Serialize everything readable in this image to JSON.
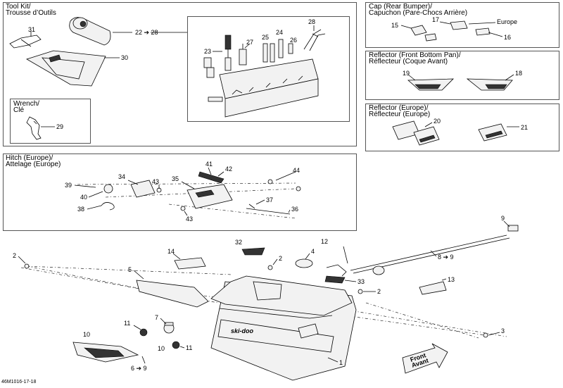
{
  "panels": {
    "tool_kit": {
      "title_en": "Tool Kit/",
      "title_fr": "Trousse d’Outils"
    },
    "wrench": {
      "title_en": "Wrench/",
      "title_fr": "Clé"
    },
    "cap": {
      "title_en": "Cap (Rear Bumper)/",
      "title_fr": "Capuchon (Pare-Chocs Arrière)"
    },
    "reflector_front": {
      "title_en": "Reflector (Front Bottom Pan)/",
      "title_fr": "Réflecteur (Coque Avant)"
    },
    "reflector_europe": {
      "title_en": "Reflector (Europe)/",
      "title_fr": "Réflecteur (Europe)"
    },
    "hitch": {
      "title_en": "Hitch (Europe)/",
      "title_fr": "Attelage (Europe)"
    }
  },
  "callouts": {
    "c1": "1",
    "c2a": "2",
    "c2b": "2",
    "c2c": "2",
    "c3": "3",
    "c4": "4",
    "c5": "5",
    "c6": "6 ➔ 9",
    "c7": "7",
    "c8": "8 ➔ 9",
    "c9": "9",
    "c10a": "10",
    "c10b": "10",
    "c11a": "11",
    "c11b": "11",
    "c12": "12",
    "c13": "13",
    "c14": "14",
    "c15": "15",
    "c16": "16",
    "c17": "17",
    "c18": "18",
    "c19": "19",
    "c20": "20",
    "c21": "21",
    "c22": "22 ➔ 28",
    "c23": "23",
    "c24": "24",
    "c25": "25",
    "c26": "26",
    "c27": "27",
    "c28": "28",
    "c29": "29",
    "c30": "30",
    "c31": "31",
    "c32": "32",
    "c33": "33",
    "c34": "34",
    "c35": "35",
    "c36": "36",
    "c37": "37",
    "c38": "38",
    "c39": "39",
    "c40": "40",
    "c41": "41",
    "c42": "42",
    "c43a": "43",
    "c43b": "43",
    "c44": "44"
  },
  "europe_label": "Europe",
  "front_arrow": {
    "line1": "Front",
    "line2": "Avant"
  },
  "logo_text": "ski-doo",
  "footer_code": "46M1016-17-18"
}
